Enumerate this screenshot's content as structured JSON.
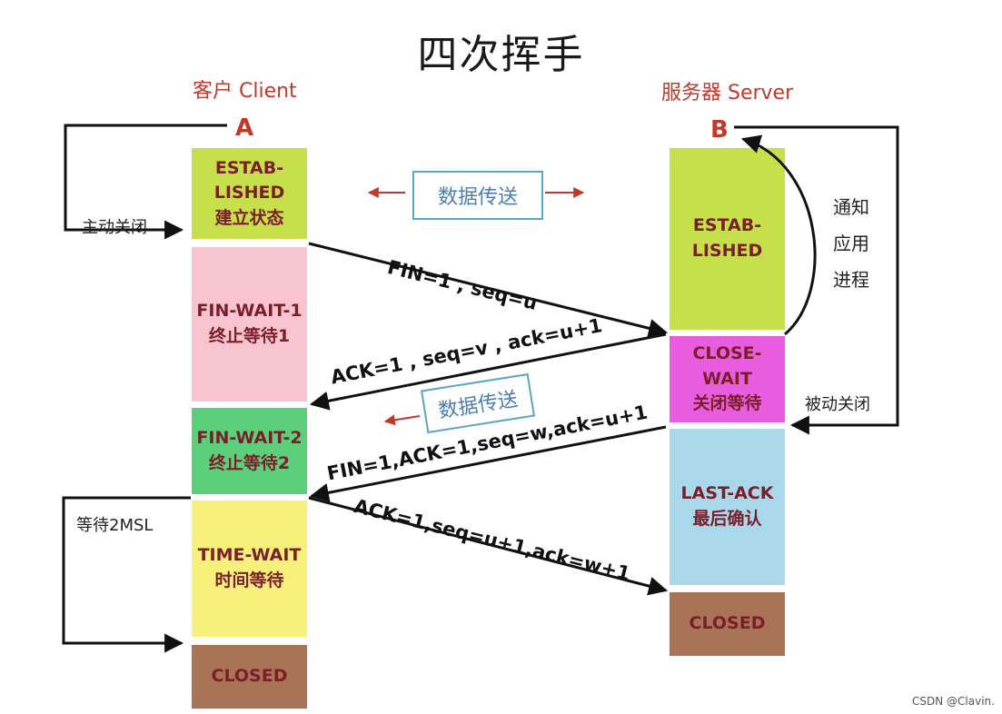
{
  "title": "四次挥手",
  "client": {
    "label": "客户 Client",
    "letter": "A"
  },
  "server": {
    "label": "服务器 Server",
    "letter": "B"
  },
  "client_states": [
    {
      "line1": "ESTAB-",
      "line2": "LISHED",
      "line3": "建立状态",
      "color": "#c5e04a"
    },
    {
      "line1": "FIN-WAIT-1",
      "line2": "终止等待1",
      "color": "#f7c4cf"
    },
    {
      "line1": "FIN-WAIT-2",
      "line2": "终止等待2",
      "color": "#5ccf7a"
    },
    {
      "line1": "TIME-WAIT",
      "line2": "时间等待",
      "color": "#f7f07a"
    },
    {
      "line1": "CLOSED",
      "color": "#a97356"
    }
  ],
  "server_states": [
    {
      "line1": "ESTAB-",
      "line2": "LISHED",
      "color": "#c5e04a"
    },
    {
      "line1": "CLOSE-WAIT",
      "line2": "关闭等待",
      "color": "#e85ce0"
    },
    {
      "line1": "LAST-ACK",
      "line2": "最后确认",
      "color": "#a9d8ea"
    },
    {
      "line1": "CLOSED",
      "color": "#a97356"
    }
  ],
  "side_labels": {
    "active_close": "主动关闭",
    "wait_2msl": "等待2MSL",
    "notify_line1": "通知",
    "notify_line2": "应用",
    "notify_line3": "进程",
    "passive_close": "被动关闭"
  },
  "data_transfer_top": "数据传送",
  "data_transfer_mid": "数据传送",
  "messages": {
    "m1": "FIN=1 , seq=u",
    "m2": "ACK=1 , seq=v , ack=u+1",
    "m3": "FIN=1,ACK=1,seq=w,ack=u+1",
    "m4": "ACK=1,seq=u+1,ack=w+1"
  },
  "watermark": "CSDN @Clavin."
}
